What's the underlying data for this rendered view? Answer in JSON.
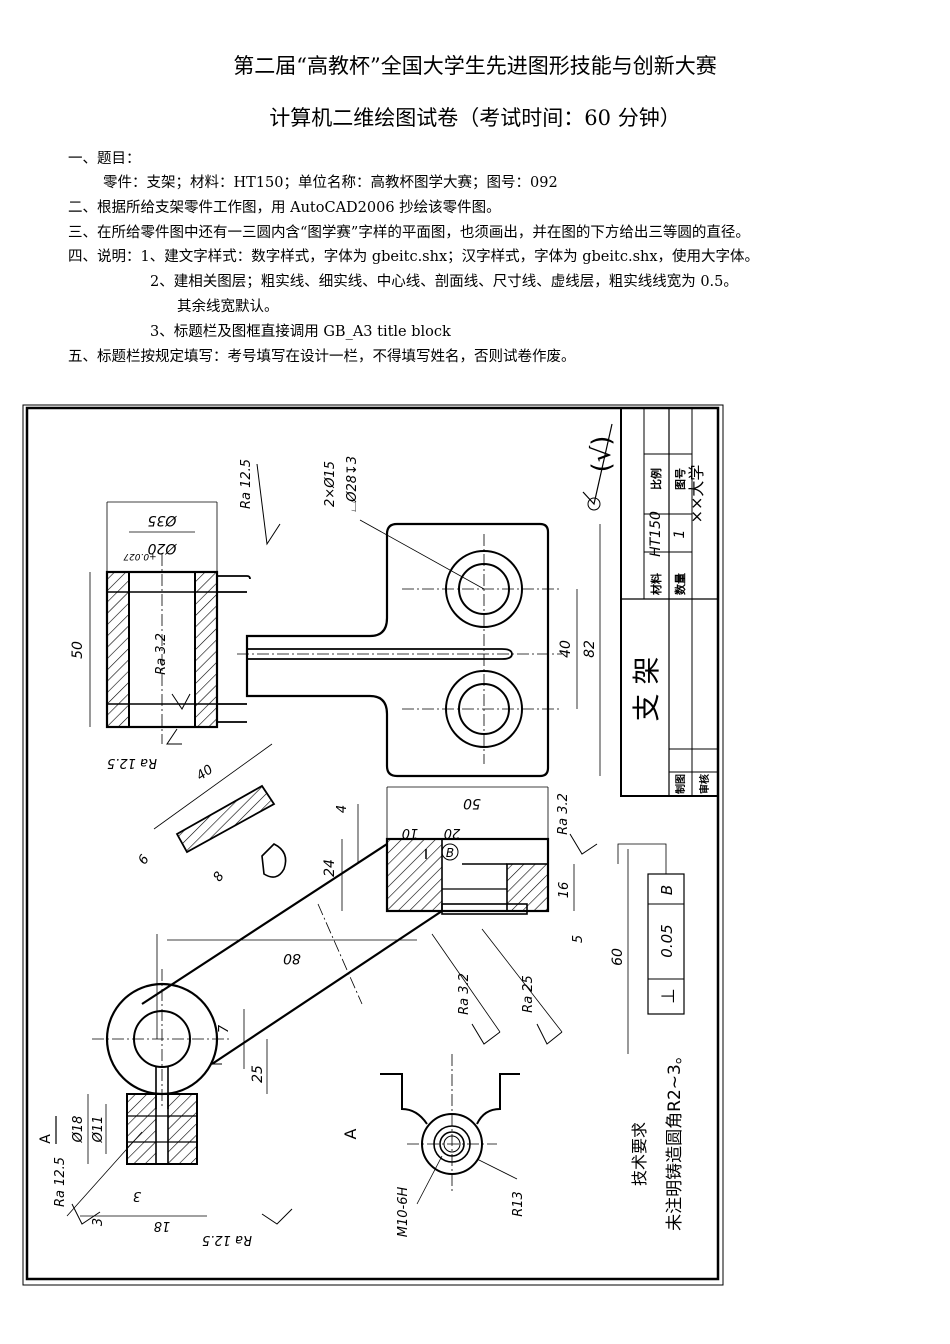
{
  "header": {
    "title": "第二届“高教杯”全国大学生先进图形技能与创新大赛",
    "subtitle": "计算机二维绘图试卷（考试时间：60 分钟）"
  },
  "instructions": [
    "一、题目：",
    "零件：支架；材料：HT150；单位名称：高教杯图学大赛；图号：092",
    "二、根据所给支架零件工作图，用 AutoCAD2006 抄绘该零件图。",
    "三、在所给零件图中还有一三圆内含“图学赛”字样的平面图，也须画出，并在图的下方给出三等圆的直径。",
    "四、说明：1、建文字样式：数字样式，字体为 gbeitc.shx；汉字样式，字体为 gbeitc.shx，使用大字体。",
    "2、建相关图层；粗实线、细实线、中心线、剖面线、尺寸线、虚线层，粗实线线宽为 0.5。",
    "其余线宽默认。",
    "3、标题栏及图框直接调用 GB_A3 title block",
    "五、标题栏按规定填写：考号填写在设计一栏，不得填写姓名，否则试卷作废。"
  ],
  "drawing": {
    "title_block": {
      "part_name": "支   架",
      "material_label": "材料",
      "material": "HT150",
      "quantity_label": "数量",
      "quantity": "1",
      "scale_label": "比例",
      "drawing_no_label": "图号",
      "school": "××大学",
      "drawn_label": "制图",
      "checked_label": "审核"
    },
    "roughness_default": "(√)",
    "dims": {
      "d35": "Ø35",
      "d20": "Ø20",
      "d20_tol": "+0.027",
      "d20_tol2": "0",
      "h50": "50",
      "ra125_a": "Ra 12.5",
      "ra32_a": "Ra 3.2",
      "ra125_b": "Ra 12.5",
      "holes": "2×Ø15",
      "cbore": "⌴Ø28↧3",
      "w40": "40",
      "w82": "82",
      "s40": "40",
      "s6": "6",
      "s8": "8",
      "t4": "4",
      "t50": "50",
      "t10": "10",
      "t20": "20",
      "datum_b": "B",
      "ra32_b": "Ra 3.2",
      "t24": "24",
      "t16": "16",
      "t5": "5",
      "t60": "60",
      "t80": "80",
      "ra32_c": "Ra 3.2",
      "ra25": "Ra 25",
      "t7": "7",
      "t25": "25",
      "d18": "Ø18",
      "d11": "Ø11",
      "view_a": "A",
      "arrow_a": "A",
      "ra125_c": "Ra 12.5",
      "ra125_d": "Ra 12.5",
      "t3a": "3",
      "t3b": "3",
      "t18": "18",
      "m10": "M10-6H",
      "r13": "R13",
      "tol_sym": "⊥",
      "tol_val": "0.05",
      "tol_datum": "B"
    },
    "notes_title": "技术要求",
    "notes_text": "未注明铸造圆角R2~3。"
  }
}
